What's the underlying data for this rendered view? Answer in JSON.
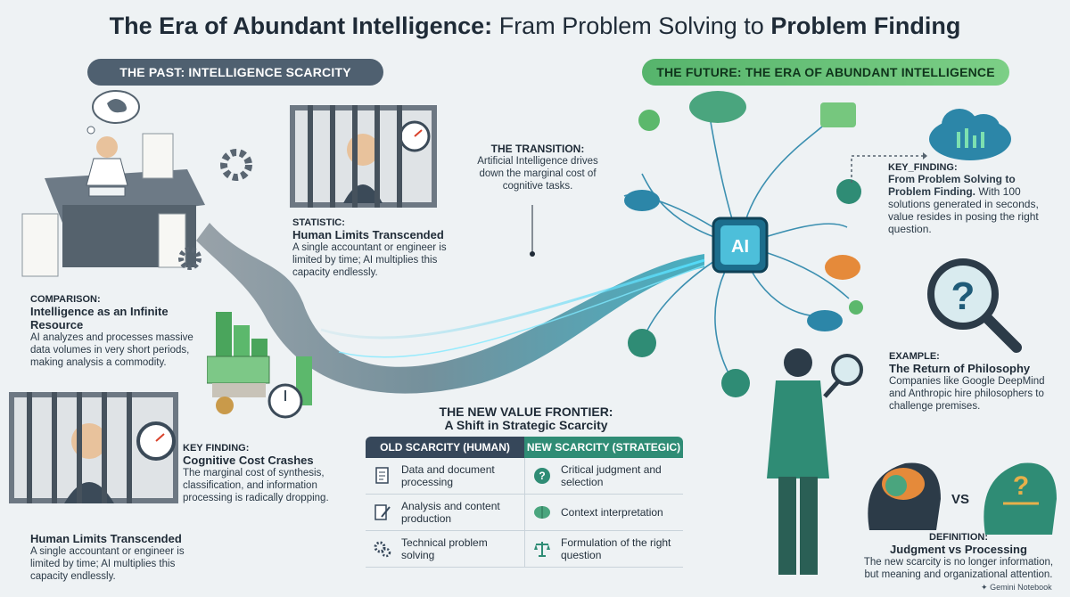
{
  "title": {
    "part1": "The Era of Abundant Intelligence:",
    "part2": "Fram Problem Solving to",
    "part3": "Problem Finding"
  },
  "past_banner": "THE PAST: INTELLIGENCE SCARCITY",
  "future_banner": "THE FUTURE: THE ERA OF ABUNDANT INTELLIGENCE",
  "statistic_top": {
    "label": "STATISTIC:",
    "heading": "Human Limits Transcended",
    "text": "A single accountant or engineer is limited by time; AI multiplies this capacity endlessly."
  },
  "comparison": {
    "label": "COMPARISON:",
    "heading": "Intelligence as an Infinite Resource",
    "text": "AI analyzes and processes massive data volumes in very short periods, making analysis a commodity."
  },
  "transition": {
    "label": "THE TRANSITION:",
    "text": "Artificial Intelligence drives down the marginal cost of cognitive tasks."
  },
  "key_finding_left": {
    "label": "KEY FINDING:",
    "heading": "Cognitive Cost Crashes",
    "text": "The marginal cost of synthesis, classification, and information processing is radically dropping."
  },
  "human_limits_bottom": {
    "heading": "Human Limits Transcended",
    "text": "A single accountant or engineer is limited by time; AI multiplies this capacity endlessly."
  },
  "frontier": {
    "line1": "THE NEW VALUE FRONTIER:",
    "line2": "A Shift in Strategic Scarcity"
  },
  "table": {
    "old_header": "OLD SCARCITY (HUMAN)",
    "new_header": "NEW SCARCITY (STRATEGIC)",
    "rows": [
      {
        "old": "Data and document processing",
        "new": "Critical judgment and selection"
      },
      {
        "old": "Analysis and content production",
        "new": "Context interpretation"
      },
      {
        "old": "Technical problem solving",
        "new": "Formulation of the right question"
      }
    ]
  },
  "key_finding_right": {
    "label": "KEY_FINDING:",
    "heading": "From Problem Solving to Problem Finding.",
    "text": "With 100 solutions generated in seconds, value resides in posing the right question."
  },
  "example": {
    "label": "EXAMPLE:",
    "heading": "The Return of Philosophy",
    "text": "Companies like Google DeepMind and Anthropic hire philosophers to challenge premises."
  },
  "definition": {
    "label": "DEFINITION:",
    "heading": "Judgment vs Processing",
    "text": "The new scarcity is no longer information, but meaning and organizational attention."
  },
  "ai_chip_label": "AI",
  "vs_label": "VS",
  "watermark": "Gemini Notebook",
  "colors": {
    "past": "#4f6070",
    "future": "#56b46c",
    "accent_teal": "#2f8c75",
    "old_header": "#36475a"
  }
}
